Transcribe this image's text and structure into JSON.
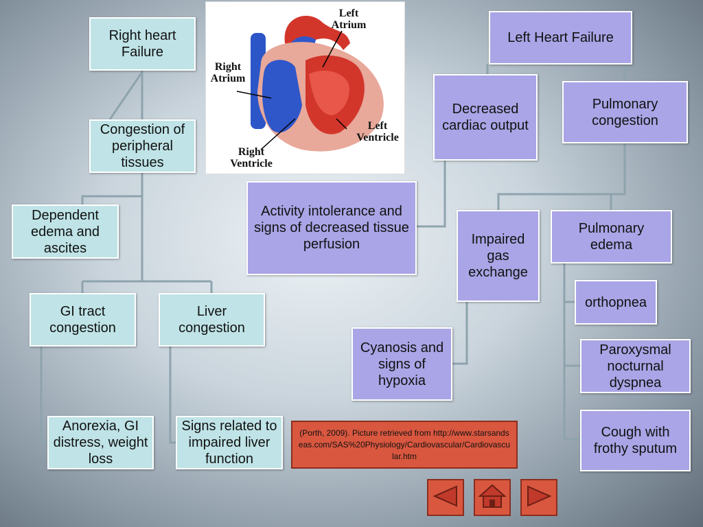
{
  "diagram": {
    "right": {
      "root": "Right heart Failure",
      "congestion": "Congestion of peripheral tissues",
      "edema": "Dependent edema and ascites",
      "gi": "GI tract congestion",
      "liver": "Liver congestion",
      "anorexia": "Anorexia, GI distress, weight loss",
      "liver_signs": "Signs related to impaired liver function"
    },
    "left": {
      "root": "Left Heart Failure",
      "decreased_output": "Decreased cardiac output",
      "pulmonary_congestion": "Pulmonary congestion",
      "activity": "Activity intolerance and signs of decreased tissue perfusion",
      "impaired_gas": "Impaired gas exchange",
      "pulmonary_edema": "Pulmonary edema",
      "cyanosis": "Cyanosis and signs of hypoxia",
      "orthopnea": "orthopnea",
      "pnd": "Paroxysmal nocturnal dyspnea",
      "cough": "Cough with frothy sputum"
    }
  },
  "heart_image": {
    "labels": {
      "left_atrium": "Left Atrium",
      "right_atrium": "Right Atrium",
      "left_ventricle": "Left Ventricle",
      "right_ventricle": "Right Ventricle"
    }
  },
  "reference": {
    "text": "(Porth, 2009). Picture retrieved from http://www.starsandseas.com/SAS%20Physiology/Cardiovascular/Cardiovascular.htm"
  },
  "nav": {
    "back_icon": "left-triangle-icon",
    "home_icon": "home-icon",
    "next_icon": "right-triangle-icon"
  },
  "colors": {
    "right_box": "#bfe3e6",
    "left_box": "#a9a5e6",
    "nav": "#d9573f"
  }
}
